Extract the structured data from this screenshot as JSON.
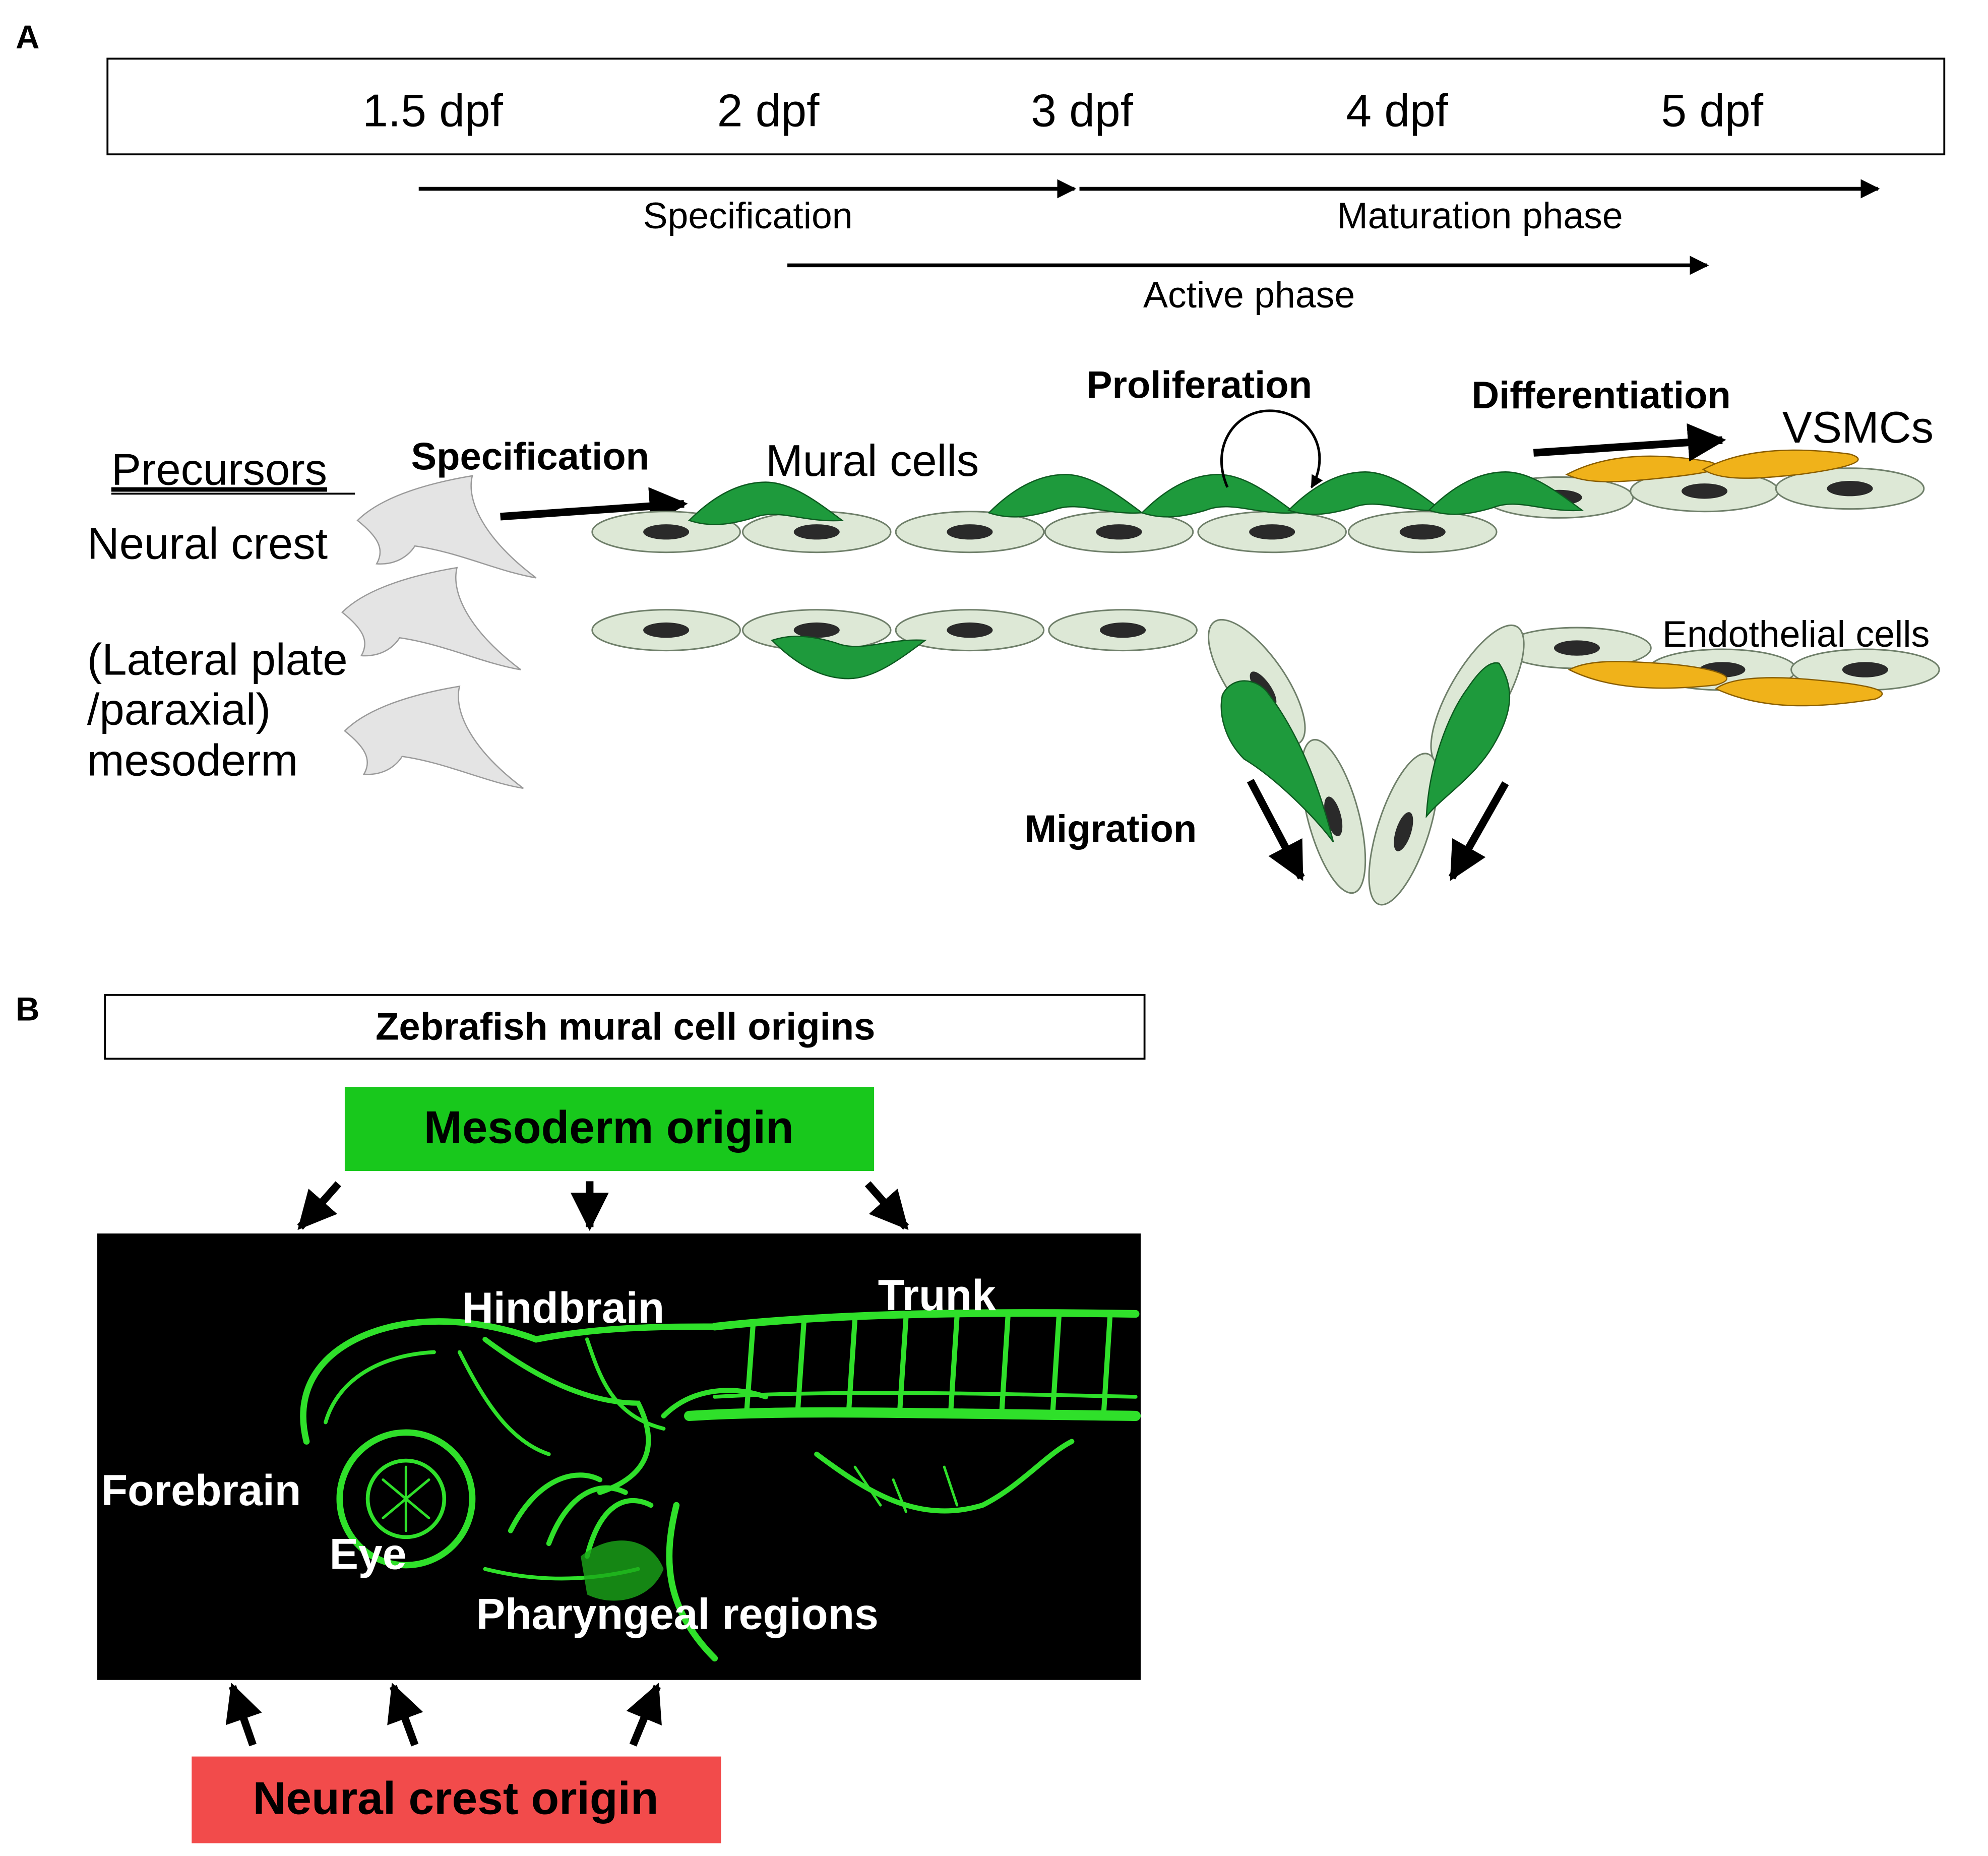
{
  "panel_a": {
    "panel_label": "A",
    "timeline": {
      "ticks": [
        "1.5 dpf",
        "2 dpf",
        "3 dpf",
        "4 dpf",
        "5 dpf"
      ]
    },
    "phases": {
      "specification": "Specification",
      "maturation": "Maturation phase",
      "active": "Active phase"
    },
    "precursors": {
      "heading": "Precursors",
      "neural_crest": "Neural crest",
      "mesoderm_lines": [
        "(Lateral plate",
        "/paraxial)",
        "mesoderm"
      ]
    },
    "process": {
      "specification": "Specification",
      "mural_cells": "Mural cells",
      "proliferation": "Proliferation",
      "differentiation": "Differentiation",
      "vsmcs": "VSMCs",
      "endothelial_cells": "Endothelial cells",
      "migration": "Migration"
    },
    "colors": {
      "mural_green": "#1e9a3c",
      "vsmc_orange": "#f0b21a",
      "endothelial": "#dde8d6",
      "precursor_gray": "#e4e4e4"
    }
  },
  "panel_b": {
    "panel_label": "B",
    "title": "Zebrafish mural cell origins",
    "mesoderm_origin": "Mesoderm origin",
    "neural_crest_origin": "Neural crest origin",
    "regions": {
      "hindbrain": "Hindbrain",
      "trunk": "Trunk",
      "forebrain": "Forebrain",
      "eye": "Eye",
      "pharyngeal": "Pharyngeal regions"
    },
    "colors": {
      "mesoderm_box": "#18c81c",
      "neural_crest_box": "#f24b4b",
      "vessel_green": "#2fe02a",
      "image_bg": "#000000"
    }
  }
}
